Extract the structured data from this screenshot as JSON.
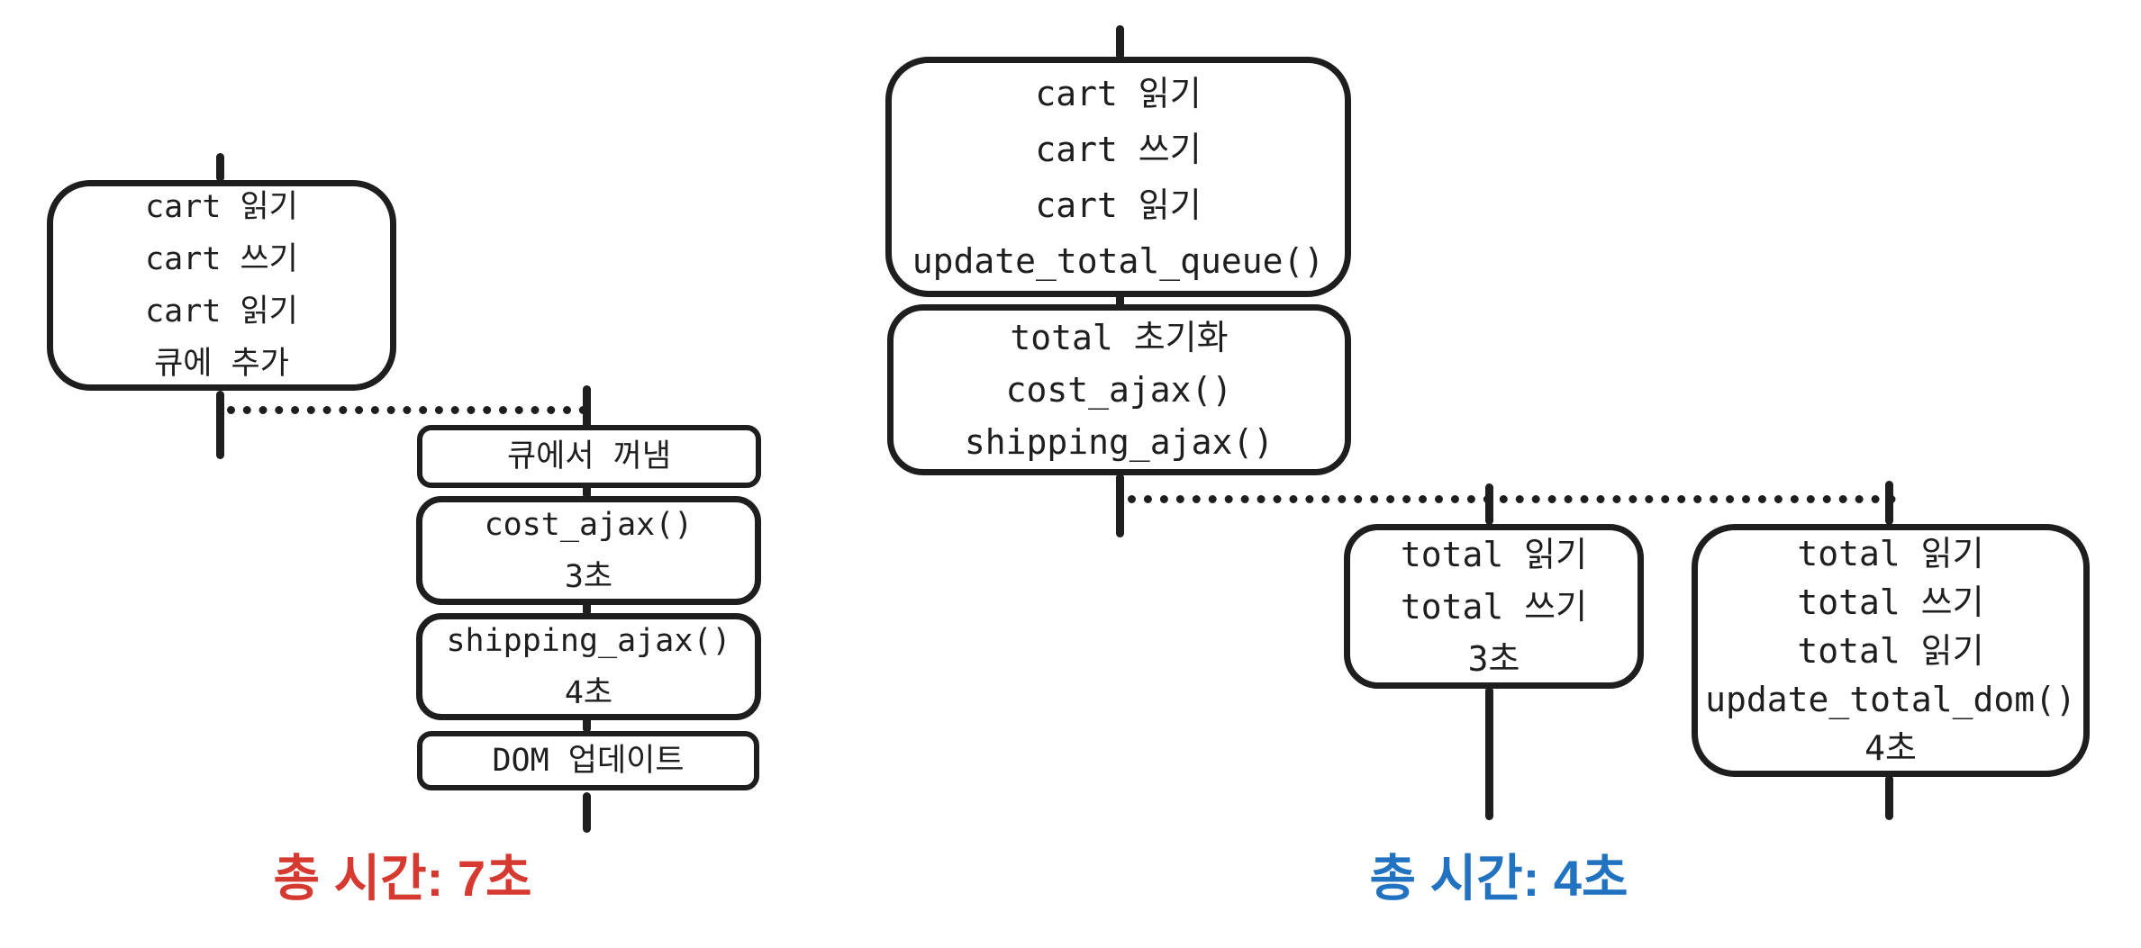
{
  "palette": {
    "ink": "#1e1e1e",
    "red": "#d6392f",
    "blue": "#2173c2",
    "bg": "#ffffff"
  },
  "left_diagram": {
    "main_box": {
      "lines": [
        "cart 읽기",
        "cart 쓰기",
        "cart 읽기",
        "큐에 추가"
      ]
    },
    "worker": {
      "dequeue_box": {
        "lines": [
          "큐에서 꺼냄"
        ]
      },
      "cost_box": {
        "lines": [
          "cost_ajax()",
          "3초"
        ]
      },
      "shipping_box": {
        "lines": [
          "shipping_ajax()",
          "4초"
        ]
      },
      "dom_box": {
        "lines": [
          "DOM 업데이트"
        ]
      }
    },
    "total_label": "총 시간: 7초"
  },
  "right_diagram": {
    "main_box_1": {
      "lines": [
        "cart 읽기",
        "cart 쓰기",
        "cart 읽기",
        "update_total_queue()"
      ]
    },
    "main_box_2": {
      "lines": [
        "total 초기화",
        "cost_ajax()",
        "shipping_ajax()"
      ]
    },
    "worker_1_box": {
      "lines": [
        "total 읽기",
        "total 쓰기",
        "3초"
      ]
    },
    "worker_2_box": {
      "lines": [
        "total 읽기",
        "total 쓰기",
        "total 읽기",
        "update_total_dom()",
        "4초"
      ]
    },
    "total_label": "총 시간: 4초"
  }
}
